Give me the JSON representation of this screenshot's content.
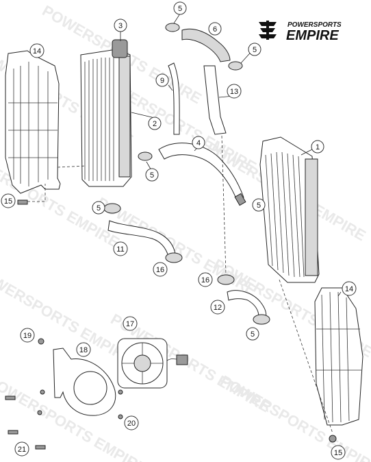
{
  "brand": {
    "line1": "POWERSPORTS",
    "line2": "EMPIRE"
  },
  "watermark_text": "POWERSPORTS EMPIRE",
  "callouts": [
    {
      "label": "1"
    },
    {
      "label": "2"
    },
    {
      "label": "3"
    },
    {
      "label": "4"
    },
    {
      "label": "5"
    },
    {
      "label": "5"
    },
    {
      "label": "5"
    },
    {
      "label": "5"
    },
    {
      "label": "5"
    },
    {
      "label": "5"
    },
    {
      "label": "6"
    },
    {
      "label": "9"
    },
    {
      "label": "11"
    },
    {
      "label": "12"
    },
    {
      "label": "13"
    },
    {
      "label": "14"
    },
    {
      "label": "14"
    },
    {
      "label": "15"
    },
    {
      "label": "15"
    },
    {
      "label": "16"
    },
    {
      "label": "16"
    },
    {
      "label": "17"
    },
    {
      "label": "18"
    },
    {
      "label": "19"
    },
    {
      "label": "20"
    },
    {
      "label": "21"
    }
  ]
}
